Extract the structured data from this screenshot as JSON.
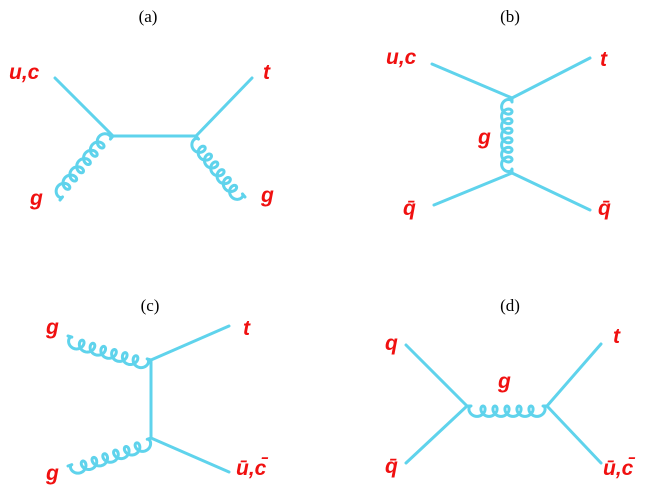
{
  "colors": {
    "line": "#5fd3ec",
    "label": "#f01010"
  },
  "diagrams": [
    {
      "panel": "(a)",
      "particles": {
        "in_top": "u,c",
        "in_bottom": "g",
        "out_top": "t",
        "out_bottom": "g"
      }
    },
    {
      "panel": "(b)",
      "particles": {
        "in_top": "u,c",
        "in_bottom": "q̄",
        "out_top": "t",
        "out_bottom": "q̄",
        "exchange": "g"
      }
    },
    {
      "panel": "(c)",
      "particles": {
        "in_top": "g",
        "in_bottom": "g",
        "out_top": "t",
        "out_bottom": "ū,c̄"
      }
    },
    {
      "panel": "(d)",
      "particles": {
        "in_top": "q",
        "in_bottom": "q̄",
        "out_top": "t",
        "out_bottom": "ū,c̄",
        "exchange": "g"
      }
    }
  ]
}
